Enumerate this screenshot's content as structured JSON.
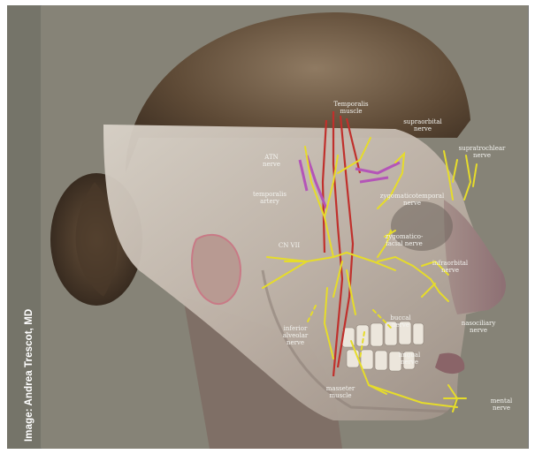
{
  "credit": "Image: Andrea Trescot, MD",
  "colors": {
    "background": "#858377",
    "nerve": "#e6dc2a",
    "artery": "#c0302c",
    "auriculotemporal": "#b455b8"
  },
  "labels": {
    "temporalis_muscle": "Temporalis\nmuscle",
    "supraorbital_nerve": "supraorbital\nnerve",
    "supratrochlear_nerve": "supratrochlear\nnerve",
    "atn_nerve": "ATN\nnerve",
    "temporalis_artery": "temporalis\nartery",
    "zygomaticotemporal_nerve": "zygomaticotemporal\nnerve",
    "zygomaticofacial_nerve": "zygomatico-\nfacial nerve",
    "cn_vii": "CN VII",
    "infraorbital_nerve": "infraorbital\nnerve",
    "nasociliary_nerve": "nasociliary\nnerve",
    "buccal_nerve": "buccal\nnerve",
    "inferior_alveolar_nerve": "inferior\nalveolar\nnerve",
    "lingual_nerve": "lingual\nnerve",
    "masseter_muscle": "masseter\nmuscle",
    "mental_nerve": "mental\nnerve"
  }
}
